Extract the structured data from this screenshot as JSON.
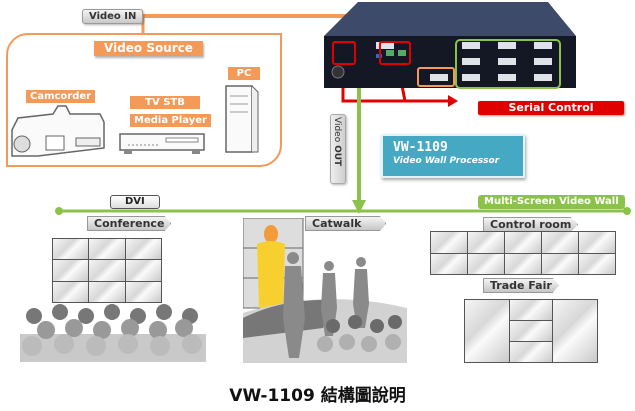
{
  "labels": {
    "video_in_prefix": "Video ",
    "video_in_strong": "IN",
    "video_out_prefix": "Video ",
    "video_out_strong": "OUT",
    "video_source": "Video Source",
    "camcorder": "Camcorder",
    "tv_stb": "TV STB",
    "media_player": "Media Player",
    "pc": "PC",
    "serial_control": "Serial Control",
    "product_name": "VW-1109",
    "product_desc": "Video Wall Processor",
    "dvi": "DVI",
    "multi_screen": "Multi-Screen Video  Wall",
    "conference": "Conference",
    "catwalk": "Catwalk",
    "control_room": "Control room",
    "trade_fair": "Trade Fair"
  },
  "caption": "VW-1109 結構圖說明",
  "colors": {
    "orange": "#f39a58",
    "green": "#8bc34a",
    "red": "#e00000",
    "teal": "#46a9c4"
  }
}
